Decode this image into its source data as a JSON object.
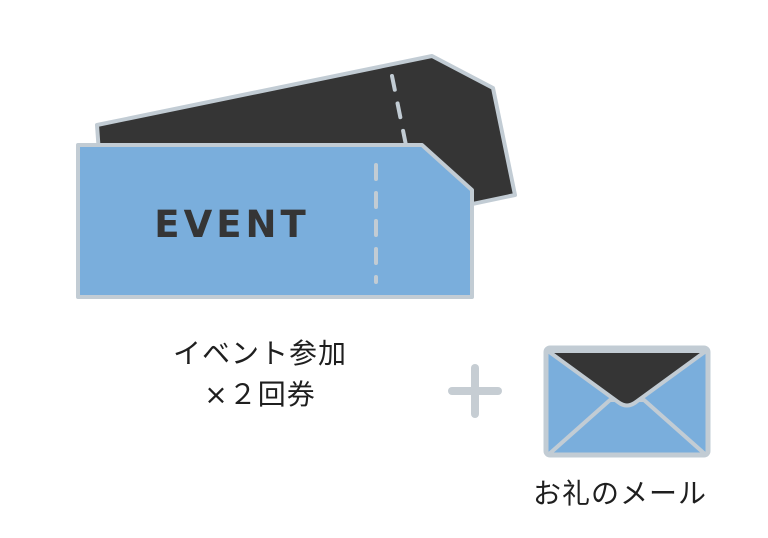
{
  "ticket": {
    "label": "EVENT",
    "caption_line1": "イベント参加",
    "caption_line2": "×２回券"
  },
  "mail": {
    "caption": "お礼のメール"
  },
  "icons": {
    "tickets": "ticket-icon",
    "plus": "plus-icon",
    "envelope": "envelope-icon"
  },
  "colors": {
    "blue": "#7aaedc",
    "dark": "#353535",
    "outline": "#c2ccd4",
    "plus": "#c6cdd3"
  }
}
